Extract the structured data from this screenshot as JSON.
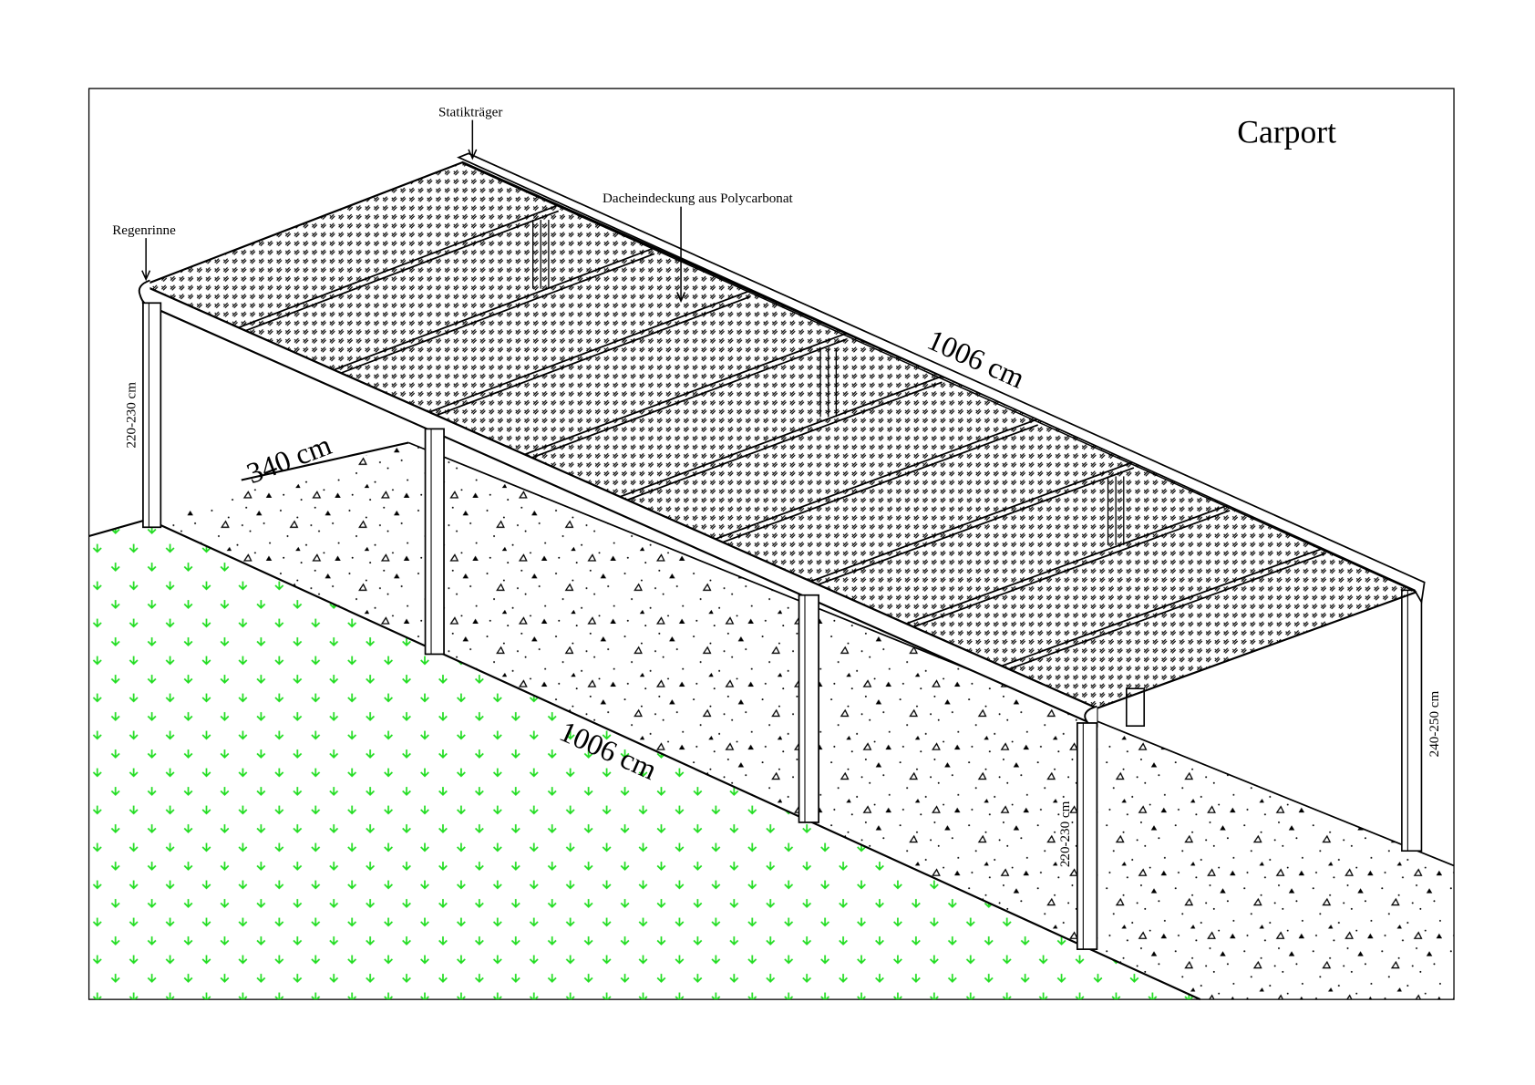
{
  "title": "Carport",
  "annotations": {
    "beam": "Statikträger",
    "roofing": "Dacheindeckung aus Polycarbonat",
    "gutter": "Regenrinne"
  },
  "dimensions": {
    "length_top": "1006 cm",
    "length_bottom": "1006 cm",
    "width": "340 cm",
    "height_front_left": "220-230 cm",
    "height_front_right": "220-230 cm",
    "height_back": "240-250 cm"
  },
  "colors": {
    "grass": "#22dd22",
    "line": "#000000"
  }
}
